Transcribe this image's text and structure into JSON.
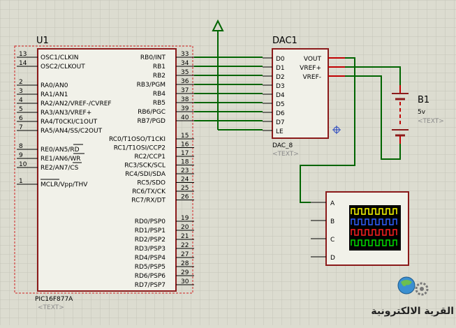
{
  "colors": {
    "background": "#dcdcd0",
    "grid": "#c8c8bc",
    "component_border": "#8b1a1a",
    "component_fill": "#f1f1e9",
    "wire": "#006400",
    "pin_text": "#000000",
    "red_pin": "#c00000",
    "placeholder_text": "#8c8c8c",
    "scope_screen": "#000000",
    "trace_a": "#ffff00",
    "trace_b": "#3060ff",
    "trace_c": "#ff2020",
    "trace_d": "#00e000"
  },
  "mcu": {
    "ref": "U1",
    "part": "PIC16F877A",
    "text_placeholder": "<TEXT>",
    "left_pins": [
      {
        "num": "13",
        "name": "OSC1/CLKIN"
      },
      {
        "num": "14",
        "name": "OSC2/CLKOUT"
      },
      {
        "num": "2",
        "name": "RA0/AN0"
      },
      {
        "num": "3",
        "name": "RA1/AN1"
      },
      {
        "num": "4",
        "name": "RA2/AN2/VREF-/CVREF"
      },
      {
        "num": "5",
        "name": "RA3/AN3/VREF+"
      },
      {
        "num": "6",
        "name": "RA4/T0CKI/C1OUT"
      },
      {
        "num": "7",
        "name": "RA5/AN4/SS/C2OUT"
      },
      {
        "num": "8",
        "name": "RE0/AN5/RD"
      },
      {
        "num": "9",
        "name": "RE1/AN6/WR"
      },
      {
        "num": "10",
        "name": "RE2/AN7/CS"
      },
      {
        "num": "1",
        "name": "MCLR/Vpp/THV"
      }
    ],
    "right_pins": [
      {
        "num": "33",
        "name": "RB0/INT"
      },
      {
        "num": "34",
        "name": "RB1"
      },
      {
        "num": "35",
        "name": "RB2"
      },
      {
        "num": "36",
        "name": "RB3/PGM"
      },
      {
        "num": "37",
        "name": "RB4"
      },
      {
        "num": "38",
        "name": "RB5"
      },
      {
        "num": "39",
        "name": "RB6/PGC"
      },
      {
        "num": "40",
        "name": "RB7/PGD"
      },
      {
        "num": "15",
        "name": "RC0/T1OSO/T1CKI"
      },
      {
        "num": "16",
        "name": "RC1/T1OSI/CCP2"
      },
      {
        "num": "17",
        "name": "RC2/CCP1"
      },
      {
        "num": "18",
        "name": "RC3/SCK/SCL"
      },
      {
        "num": "23",
        "name": "RC4/SDI/SDA"
      },
      {
        "num": "24",
        "name": "RC5/SDO"
      },
      {
        "num": "25",
        "name": "RC6/TX/CK"
      },
      {
        "num": "26",
        "name": "RC7/RX/DT"
      },
      {
        "num": "19",
        "name": "RD0/PSP0"
      },
      {
        "num": "20",
        "name": "RD1/PSP1"
      },
      {
        "num": "21",
        "name": "RD2/PSP2"
      },
      {
        "num": "22",
        "name": "RD3/PSP3"
      },
      {
        "num": "27",
        "name": "RD4/PSP4"
      },
      {
        "num": "28",
        "name": "RD5/PSP5"
      },
      {
        "num": "29",
        "name": "RD6/PSP6"
      },
      {
        "num": "30",
        "name": "RD7/PSP7"
      }
    ]
  },
  "dac": {
    "ref": "DAC1",
    "part": "DAC_8",
    "text_placeholder": "<TEXT>",
    "inputs": [
      "D0",
      "D1",
      "D2",
      "D3",
      "D4",
      "D5",
      "D6",
      "D7",
      "LE"
    ],
    "outputs": [
      "VOUT",
      "VREF+",
      "VREF-"
    ]
  },
  "battery": {
    "ref": "B1",
    "value": "5v",
    "text_placeholder": "<TEXT>"
  },
  "scope": {
    "channels": [
      "A",
      "B",
      "C",
      "D"
    ]
  },
  "watermark": {
    "text": "القرية الالكترونية",
    "icon": "globe-gear-logo"
  },
  "power_terminal": {
    "icon": "power-arrow-icon"
  }
}
